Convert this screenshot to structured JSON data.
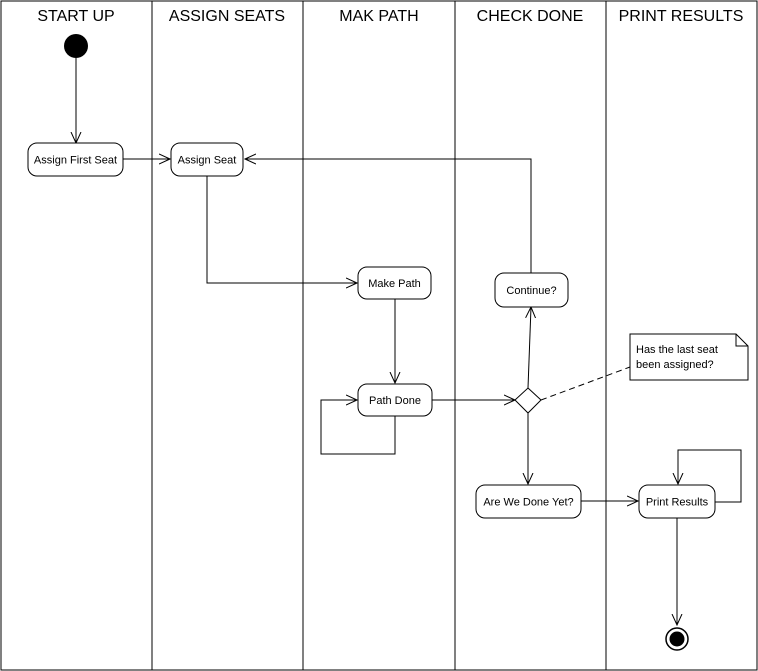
{
  "lanes": [
    {
      "title": "START UP"
    },
    {
      "title": "ASSIGN SEATS"
    },
    {
      "title": "MAK PATH"
    },
    {
      "title": "CHECK DONE"
    },
    {
      "title": "PRINT RESULTS"
    }
  ],
  "nodes": {
    "assign_first_seat": "Assign First Seat",
    "assign_seat": "Assign Seat",
    "make_path": "Make Path",
    "path_done": "Path Done",
    "continue": "Continue?",
    "are_we_done": "Are We Done Yet?",
    "print_results": "Print Results"
  },
  "note": {
    "line1": "Has the last seat",
    "line2": "been assigned?"
  },
  "colors": {
    "line": "#000000",
    "background": "#ffffff"
  }
}
